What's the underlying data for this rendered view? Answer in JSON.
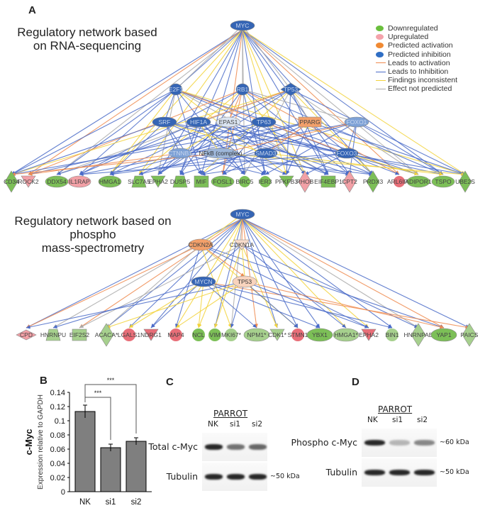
{
  "panels": {
    "A": {
      "letter": "A",
      "network1_title_line1": "Regulatory network based",
      "network1_title_line2": "on RNA-sequencing",
      "network2_title_line1": "Regulatory network based on phospho",
      "network2_title_line2": "mass-spectrometry"
    },
    "B": {
      "letter": "B"
    },
    "C": {
      "letter": "C"
    },
    "D": {
      "letter": "D"
    }
  },
  "legend": {
    "items": [
      {
        "label": "Downregulated",
        "kind": "dot",
        "color": "#6abf3d"
      },
      {
        "label": "Upregulated",
        "kind": "dot",
        "color": "#f4a3ab"
      },
      {
        "label": "Predicted activation",
        "kind": "dot",
        "color": "#f08a33"
      },
      {
        "label": "Predicted inhibition",
        "kind": "dot",
        "color": "#2f6ec4"
      },
      {
        "label": "Leads to activation",
        "kind": "line",
        "color": "#ef8a4e"
      },
      {
        "label": "Leads to Inhibition",
        "kind": "line",
        "color": "#4a6bc8"
      },
      {
        "label": "Findings inconsistent",
        "kind": "line",
        "color": "#f2d23a"
      },
      {
        "label": "Effect not predicted",
        "kind": "line",
        "color": "#a9a9a9"
      }
    ]
  },
  "colors": {
    "inhibition_node": "#3565b5",
    "inhibition_node_light": "#7da1d6",
    "activation_node": "#f3a06a",
    "down": "#7cbf57",
    "down_light": "#a6d08d",
    "up": "#f2a0a6",
    "up_strong": "#e86e78",
    "neutral": "#dbe5f2",
    "edge_act": "#ef8a4e",
    "edge_inh": "#4a6bc8",
    "edge_inc": "#f2d23a",
    "edge_np": "#a9a9a9"
  },
  "network1": {
    "root": "MYC",
    "hubs": [
      "E2F1",
      "RB1",
      "TP53"
    ],
    "mid": [
      "SRF",
      "HIF1A",
      "EPAS1",
      "TP63",
      "PPARG",
      "FOXO1"
    ],
    "low": [
      "CTNNB1",
      "NFkB (complex)",
      "SMAD3",
      "FOXO3"
    ],
    "targets": [
      "CD34",
      "ROCK2",
      "DDX54",
      "IL1RAP",
      "HMGA1",
      "SLC7A5",
      "EPHA2",
      "DUSP5",
      "MIF",
      "FOSL1",
      "BIRC5",
      "IER3",
      "PFKFB3",
      "RHOB",
      "EIF4EBP1",
      "CPT2",
      "PRDX3",
      "ARL6IP1",
      "ADIPOR1",
      "TSPO",
      "UBE2S"
    ]
  },
  "network2": {
    "root": "MYC",
    "mid": [
      "CDKN2A",
      "CDKN1A"
    ],
    "low": [
      "MYCN",
      "TP53"
    ],
    "targets": [
      "CPD",
      "HNRNPU",
      "EIF2S2",
      "ACACA*",
      "LGALS1",
      "NDRG1",
      "MAP4",
      "NCL",
      "VIM",
      "MKI67*",
      "NPM1*",
      "CDK1*",
      "STMN1",
      "YBX1",
      "HMGA1*",
      "EPHA2",
      "BIN1",
      "HNRNPAB",
      "YAP1",
      "PAICS"
    ]
  },
  "western_C": {
    "group_label": "PARROT",
    "lanes": [
      "NK",
      "si1",
      "si2"
    ],
    "rows": [
      {
        "label": "Total c-Myc",
        "marker": "",
        "intensity": [
          1.0,
          0.7,
          0.75
        ]
      },
      {
        "label": "Tubulin",
        "marker": "~50 kDa",
        "intensity": [
          1.0,
          1.0,
          1.0
        ]
      }
    ]
  },
  "western_D": {
    "group_label": "PARROT",
    "lanes": [
      "NK",
      "si1",
      "si2"
    ],
    "rows": [
      {
        "label": "Phospho c-Myc",
        "marker": "~60 kDa",
        "intensity": [
          1.0,
          0.35,
          0.6
        ]
      },
      {
        "label": "Tubulin",
        "marker": "~50 kDa",
        "intensity": [
          1.0,
          1.0,
          1.0
        ]
      }
    ]
  },
  "chart_data": {
    "type": "bar",
    "title": "",
    "categories": [
      "NK",
      "si1",
      "si2"
    ],
    "values": [
      0.113,
      0.062,
      0.071
    ],
    "errors": [
      0.009,
      0.005,
      0.005
    ],
    "ylabel_main": "c-Myc",
    "ylabel_sub": "Expression relative to GAPDH",
    "xlabel": "",
    "ylim": [
      0,
      0.14
    ],
    "yticks": [
      0,
      0.02,
      0.04,
      0.06,
      0.08,
      0.1,
      0.12,
      0.14
    ],
    "ytick_labels": [
      "0",
      "0.02",
      "0.04",
      "0.06",
      "0.08",
      "0.1",
      "0.12",
      "0.14"
    ],
    "bar_color": "#7f7f7f",
    "significance": [
      {
        "from": "NK",
        "to": "si1",
        "label": "***"
      },
      {
        "from": "NK",
        "to": "si2",
        "label": "***"
      }
    ],
    "grid": false
  }
}
